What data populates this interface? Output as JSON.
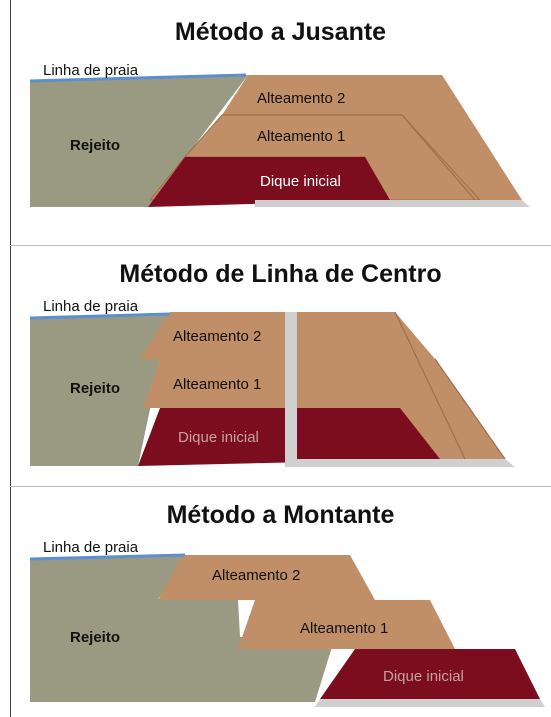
{
  "panels": [
    {
      "title": "Método a Jusante",
      "beach_label": "Linha de praia",
      "tailings_label": "Rejeito",
      "raise2_label": "Alteamento 2",
      "raise1_label": "Alteamento 1",
      "starter_label": "Dique inicial"
    },
    {
      "title": "Método de Linha de Centro",
      "beach_label": "Linha de praia",
      "tailings_label": "Rejeito",
      "raise2_label": "Alteamento 2",
      "raise1_label": "Alteamento 1",
      "starter_label": "Dique inicial"
    },
    {
      "title": "Método a Montante",
      "beach_label": "Linha de praia",
      "tailings_label": "Rejeito",
      "raise2_label": "Alteamento 2",
      "raise1_label": "Alteamento 1",
      "starter_label": "Dique inicial"
    }
  ],
  "colors": {
    "tailings": "#9a9a83",
    "raise": "#c08f68",
    "starter": "#7b0d1e",
    "drain": "#cfcfcf",
    "water": "#5b8fcf"
  }
}
